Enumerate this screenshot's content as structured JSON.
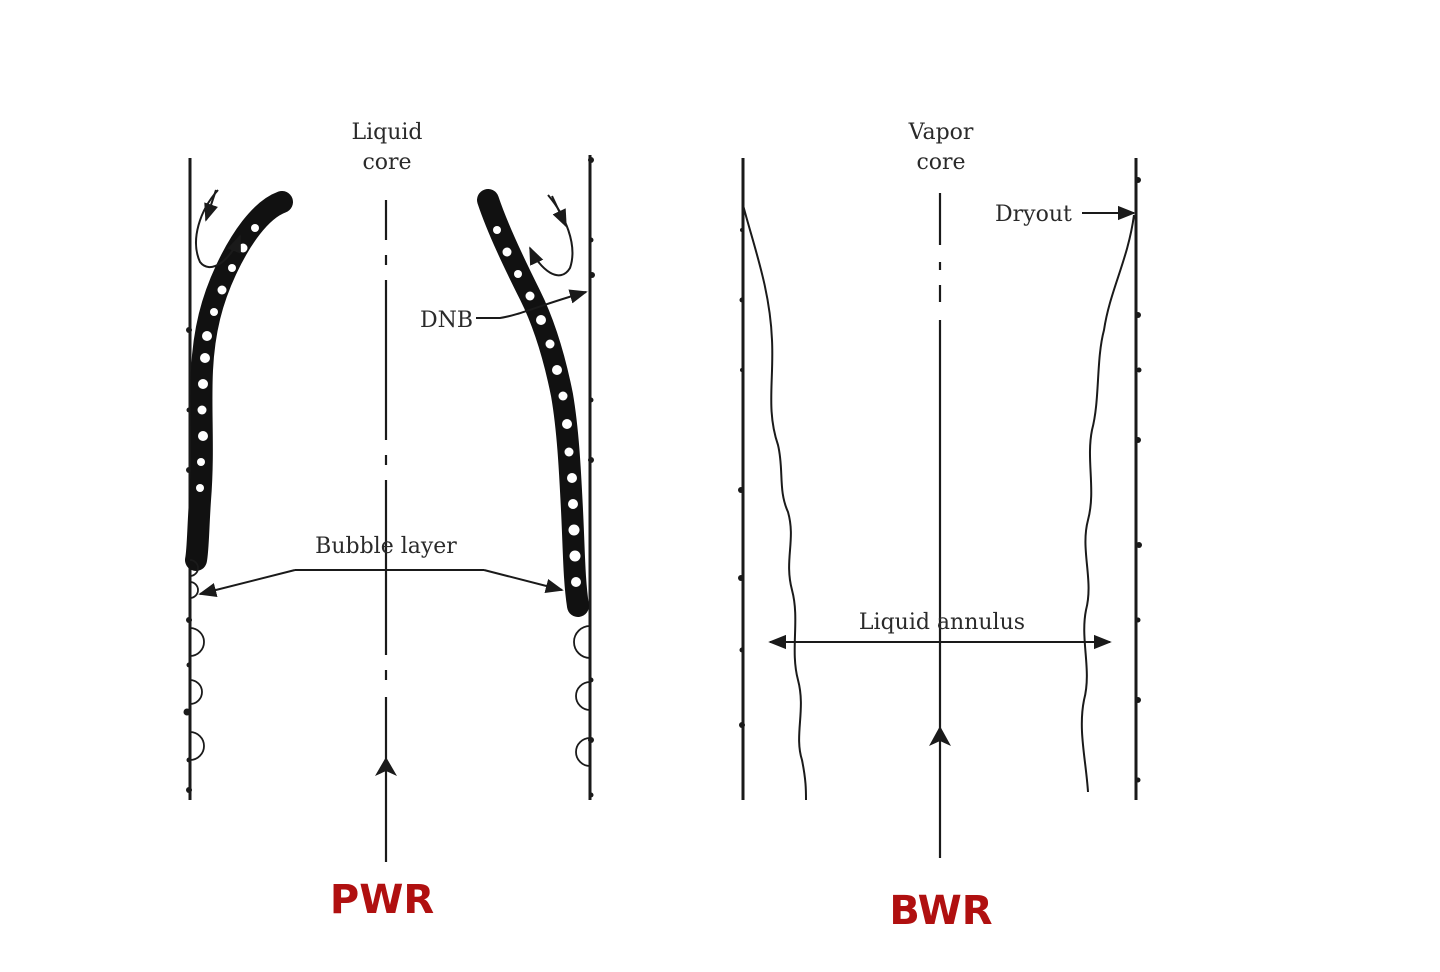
{
  "pwr": {
    "core_label_line1": "Liquid",
    "core_label_line2": "core",
    "dnb_label": "DNB",
    "bubble_layer_label": "Bubble layer",
    "caption": "PWR"
  },
  "bwr": {
    "core_label_line1": "Vapor",
    "core_label_line2": "core",
    "dryout_label": "Dryout",
    "annulus_label": "Liquid annulus",
    "caption": "BWR"
  },
  "colors": {
    "caption": "#b01010",
    "ink": "#1a1a1a"
  }
}
